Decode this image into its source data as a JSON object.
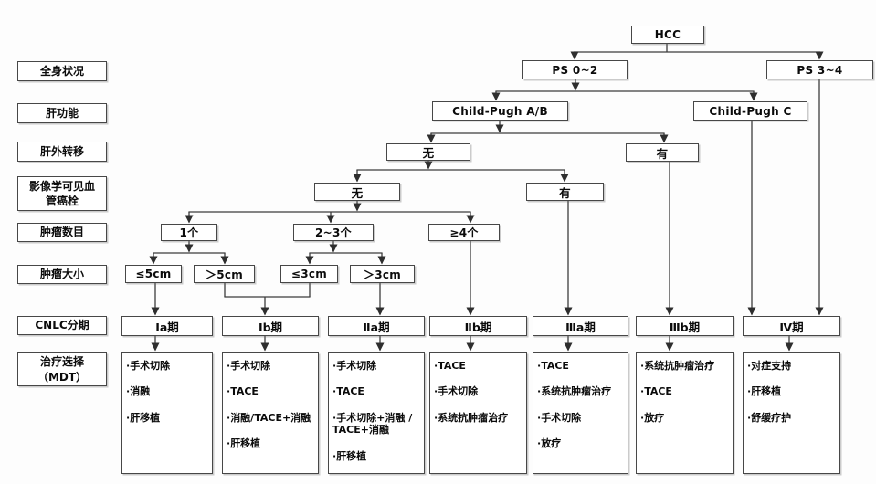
{
  "diagram": {
    "title": "HCC CNLC staging and treatment flowchart",
    "row_labels": [
      {
        "id": "general-condition",
        "text": "全身状况"
      },
      {
        "id": "liver-function",
        "text": "肝功能"
      },
      {
        "id": "extrahepatic-metastasis",
        "text": "肝外转移"
      },
      {
        "id": "vascular-invasion",
        "text": "影像学可见血\n管癌栓"
      },
      {
        "id": "tumor-number",
        "text": "肿瘤数目"
      },
      {
        "id": "tumor-size",
        "text": "肿瘤大小"
      },
      {
        "id": "cnlc-stage",
        "text": "CNLC分期"
      },
      {
        "id": "treatment-choice",
        "text": "治疗选择\n（MDT）"
      }
    ],
    "nodes": {
      "hcc": "HCC",
      "ps_0_2": "PS 0~2",
      "ps_3_4": "PS 3~4",
      "child_pugh_ab": "Child-Pugh A/B",
      "child_pugh_c": "Child-Pugh C",
      "metastasis_no": "无",
      "metastasis_yes": "有",
      "thrombus_no": "无",
      "thrombus_yes": "有",
      "count_1": "1个",
      "count_2_3": "2~3个",
      "count_ge4": "≥4个",
      "size_le5cm": "≤5cm",
      "size_gt5cm": "＞5cm",
      "size_le3cm": "≤3cm",
      "size_gt3cm": "＞3cm"
    },
    "stages": [
      {
        "label": "Ⅰa期",
        "treatments": [
          "手术切除",
          "消融",
          "肝移植"
        ]
      },
      {
        "label": "Ⅰb期",
        "treatments": [
          "手术切除",
          "TACE",
          "消融/TACE+消融",
          "肝移植"
        ]
      },
      {
        "label": "Ⅱa期",
        "treatments": [
          "手术切除",
          "TACE",
          "手术切除+消融 /\nTACE+消融",
          "肝移植"
        ]
      },
      {
        "label": "Ⅱb期",
        "treatments": [
          "TACE",
          "手术切除",
          "系统抗肿瘤治疗"
        ]
      },
      {
        "label": "Ⅲa期",
        "treatments": [
          "TACE",
          "系统抗肿瘤治疗",
          "手术切除",
          "放疗"
        ]
      },
      {
        "label": "Ⅲb期",
        "treatments": [
          "系统抗肿瘤治疗",
          "TACE",
          "放疗"
        ]
      },
      {
        "label": "Ⅳ期",
        "treatments": [
          "对症支持",
          "肝移植",
          "舒缓疗护"
        ]
      }
    ]
  }
}
